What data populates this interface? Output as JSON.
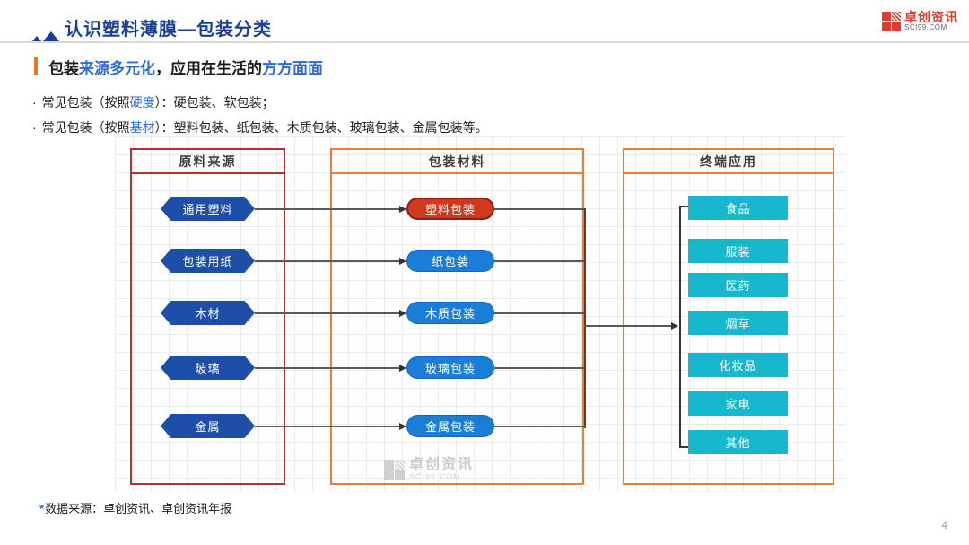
{
  "header": {
    "title": "认识塑料薄膜—包装分类",
    "logo_name": "卓创资讯",
    "logo_domain": "SCI99.COM"
  },
  "section": {
    "h1": "包装",
    "h2": "来源多元化",
    "h3": "，应用在生活的",
    "h4": "方方面面"
  },
  "bullets": {
    "b1": {
      "marker": "·",
      "p1": "常见包装（按照",
      "p2": "硬度",
      "p3": "）：硬包装、软包装；"
    },
    "b2": {
      "marker": "·",
      "p1": "常见包装（按照",
      "p2": "基材",
      "p3": "）：塑料包装、纸包装、木质包装、玻璃包装、金属包装等。"
    }
  },
  "diagram": {
    "columns": [
      {
        "title": "原料来源",
        "items": [
          "通用塑料",
          "包装用纸",
          "木材",
          "玻璃",
          "金属"
        ]
      },
      {
        "title": "包装材料",
        "items": [
          "塑料包装",
          "纸包装",
          "木质包装",
          "玻璃包装",
          "金属包装"
        ],
        "highlighted_item": "塑料包装"
      },
      {
        "title": "终端应用",
        "items": [
          "食品",
          "服装",
          "医药",
          "烟草",
          "化妆品",
          "家电",
          "其他"
        ]
      }
    ],
    "watermark_name": "卓创资讯",
    "watermark_domain": "SCI99.COM"
  },
  "footer": {
    "star": "*",
    "source_note": "数据来源：卓创资讯、卓创资讯年报",
    "page_number": "4"
  },
  "colors": {
    "title_blue": "#1b3e96",
    "accent_blue": "#2f6bd8",
    "accent_orange": "#e87722",
    "box_red_border": "#b82f2f",
    "box_orange_border": "#ed7d31",
    "hexagon_blue": "#1d4fa8",
    "pill_blue": "#1b7ed6",
    "highlight_red": "#d0391b",
    "end_cyan": "#17b7cd",
    "brand_red": "#e03c2d"
  }
}
